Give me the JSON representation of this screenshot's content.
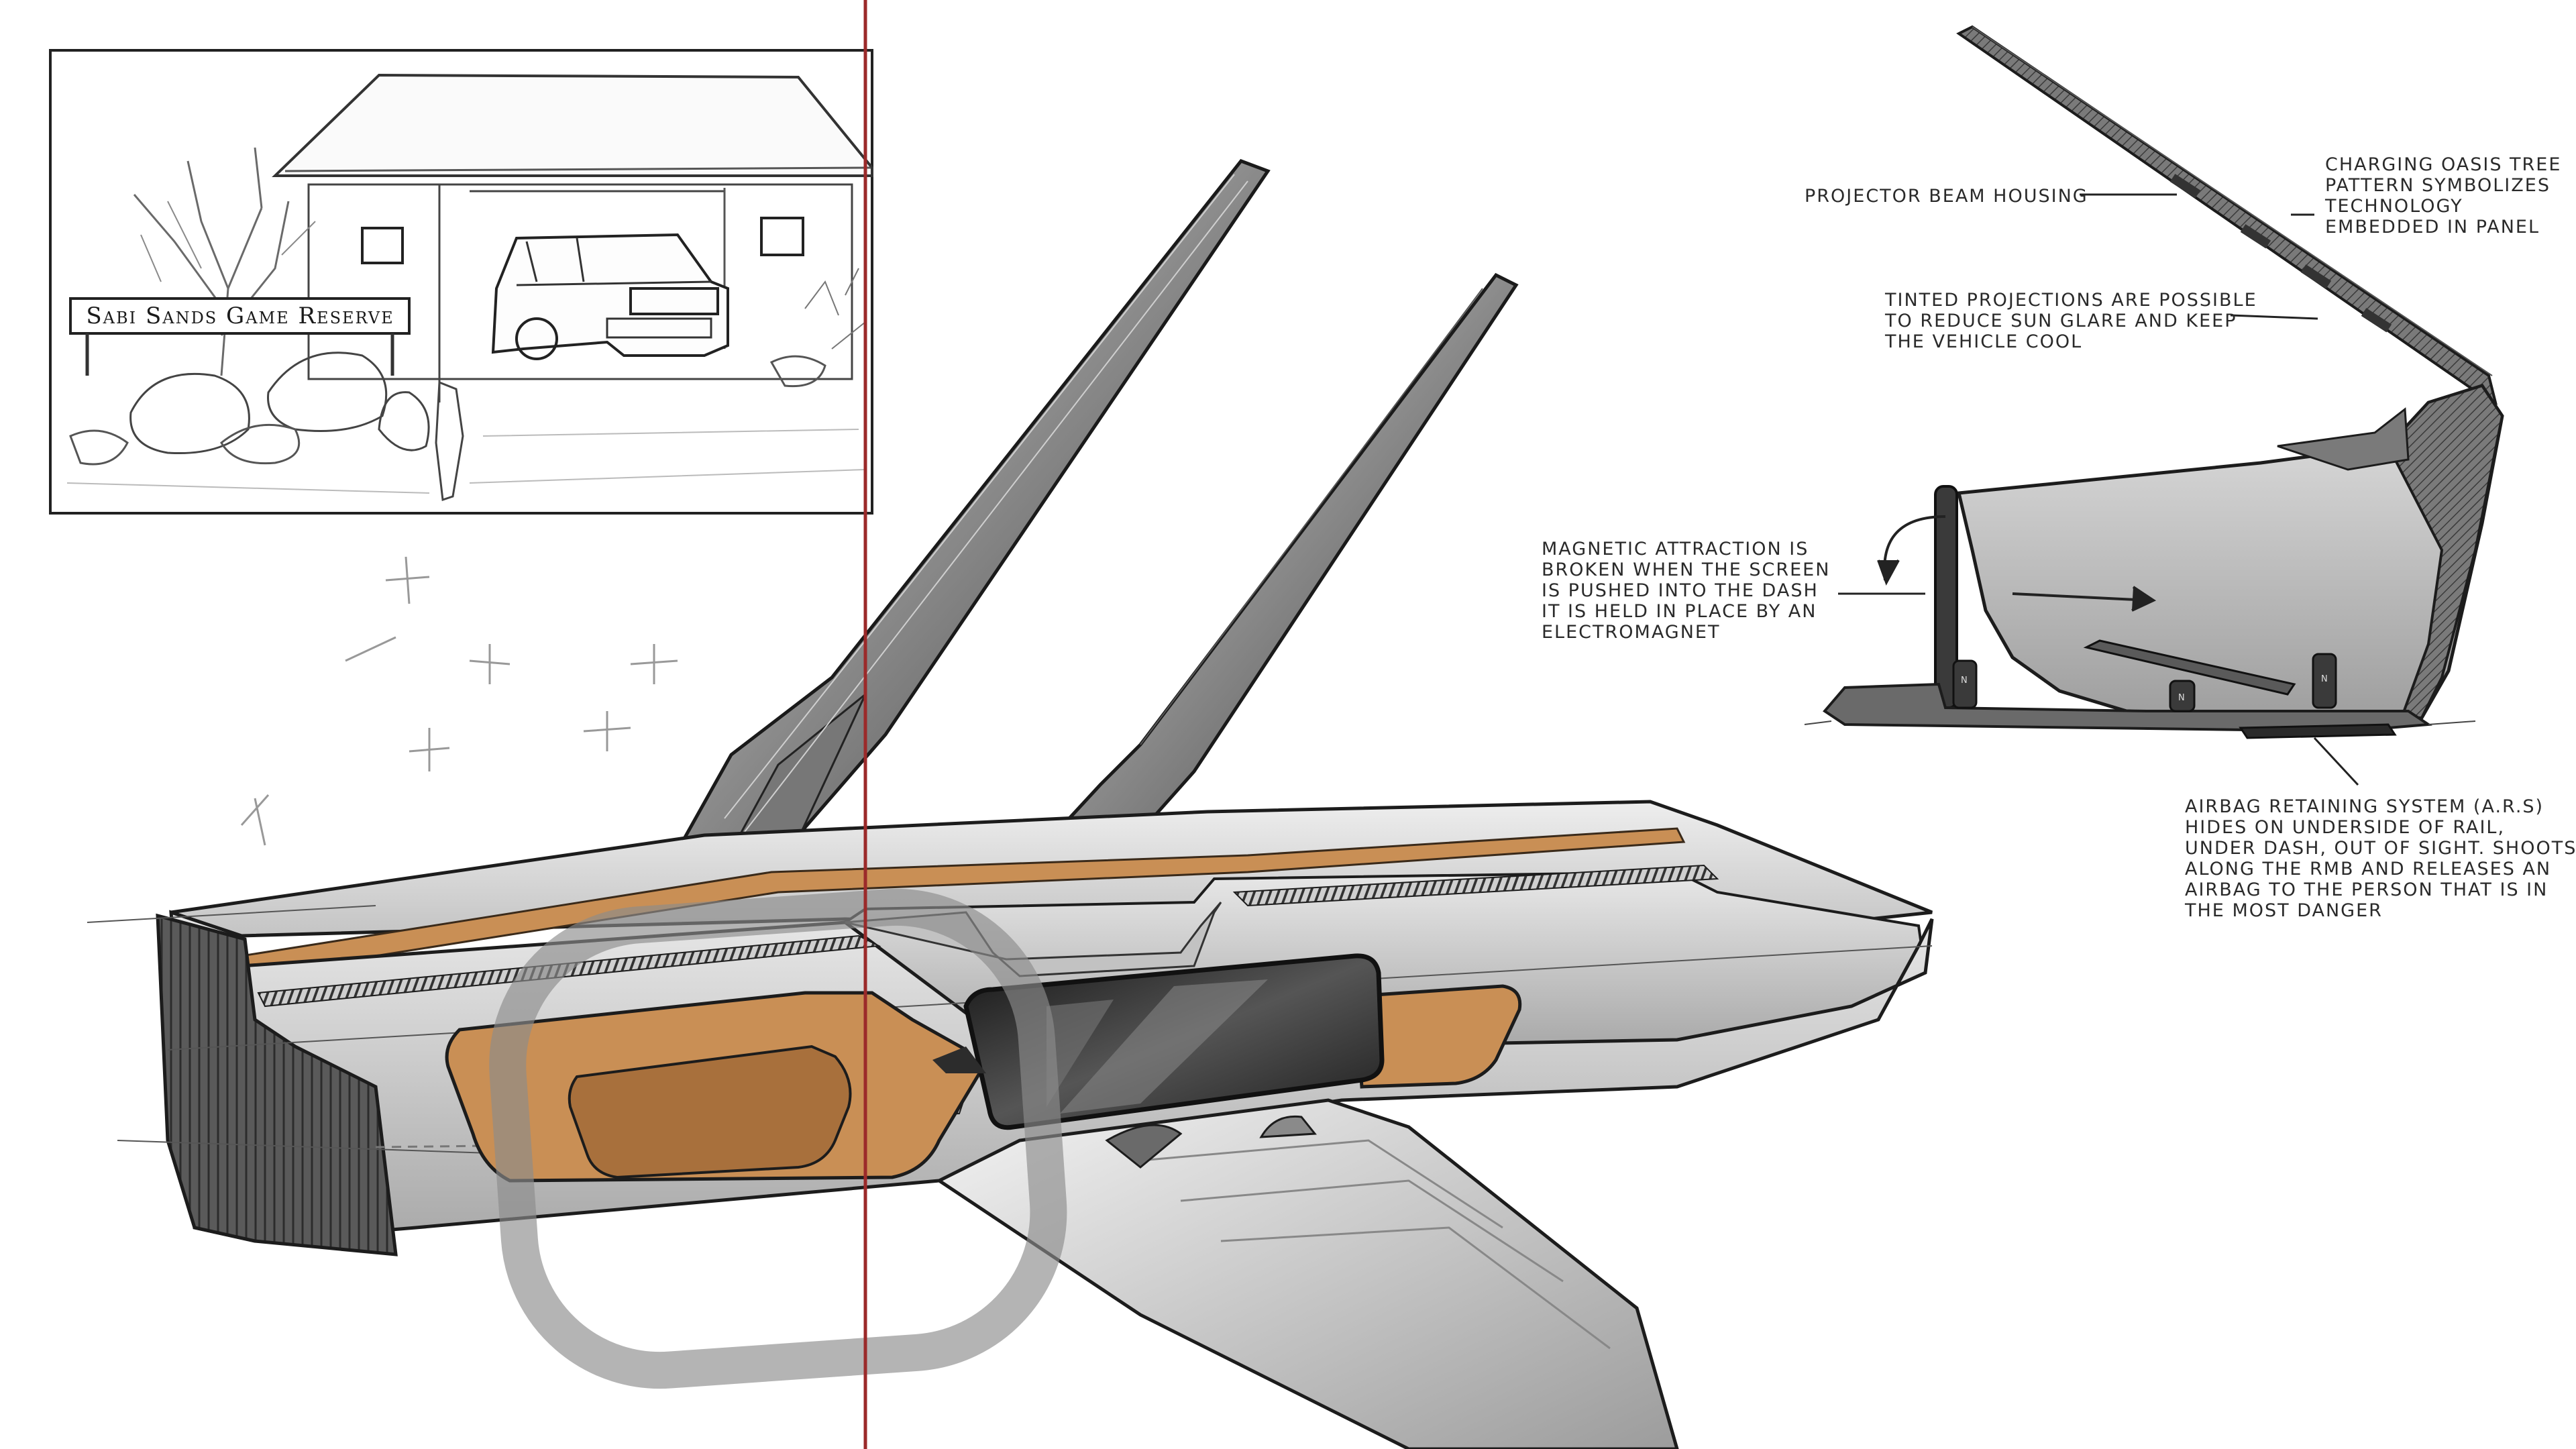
{
  "colors": {
    "ink": "#1f1f1f",
    "dash_grey": "#d4d4d4",
    "dash_light": "#e6e6e6",
    "dash_dark": "#5a5a5a",
    "wood": "#c98f55",
    "wood_dark": "#a8703c",
    "screen": "#2b2b2b",
    "steering_wheel": "#8c8c8c",
    "center_line": "#9b2a2a"
  },
  "storyboard": {
    "sign_text": "Sabi Sands Game Reserve"
  },
  "annotations": {
    "projector_beam_housing": "PROJECTOR BEAM HOUSING",
    "charging_oasis": "CHARGING OASIS TREE\nPATTERN SYMBOLIZES\nTECHNOLOGY\nEMBEDDED IN PANEL",
    "tinted_projections": "TINTED PROJECTIONS ARE POSSIBLE\nTO REDUCE SUN GLARE AND KEEP\nTHE VEHICLE COOL",
    "magnetic_attraction": "MAGNETIC ATTRACTION IS\nBROKEN WHEN THE SCREEN\nIS PUSHED INTO THE DASH\nIT IS HELD IN PLACE BY AN\nELECTROMAGNET",
    "airbag_retaining": "AIRBAG RETAINING SYSTEM (A.R.S)\nHIDES ON UNDERSIDE OF RAIL,\nUNDER DASH, OUT OF SIGHT. SHOOTS\nALONG THE RMB AND RELEASES AN\nAIRBAG TO THE PERSON THAT IS IN\nTHE MOST DANGER"
  },
  "section_labels": {
    "bracket_left": "N",
    "bracket_mid": "N",
    "bracket_right": "N"
  }
}
